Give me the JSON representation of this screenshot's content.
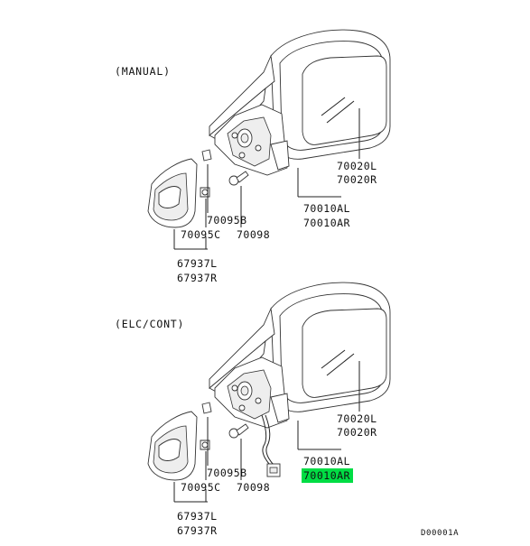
{
  "sections": {
    "manual": "(MANUAL)",
    "elc": "(ELC/CONT)"
  },
  "manual": {
    "mirror_left": "70020L",
    "mirror_right": "70020R",
    "assy_left": "70010AL",
    "assy_right": "70010AR",
    "screw": "70095B",
    "bolt": "70098",
    "cover_clip": "70095C",
    "cover_left": "67937L",
    "cover_right": "67937R"
  },
  "elc": {
    "mirror_left": "70020L",
    "mirror_right": "70020R",
    "assy_left": "70010AL",
    "assy_right": "70010AR",
    "screw": "70095B",
    "bolt": "70098",
    "cover_clip": "70095C",
    "cover_left": "67937L",
    "cover_right": "67937R"
  },
  "diagram_code": "D00001A",
  "highlight_color": "#00dd44"
}
